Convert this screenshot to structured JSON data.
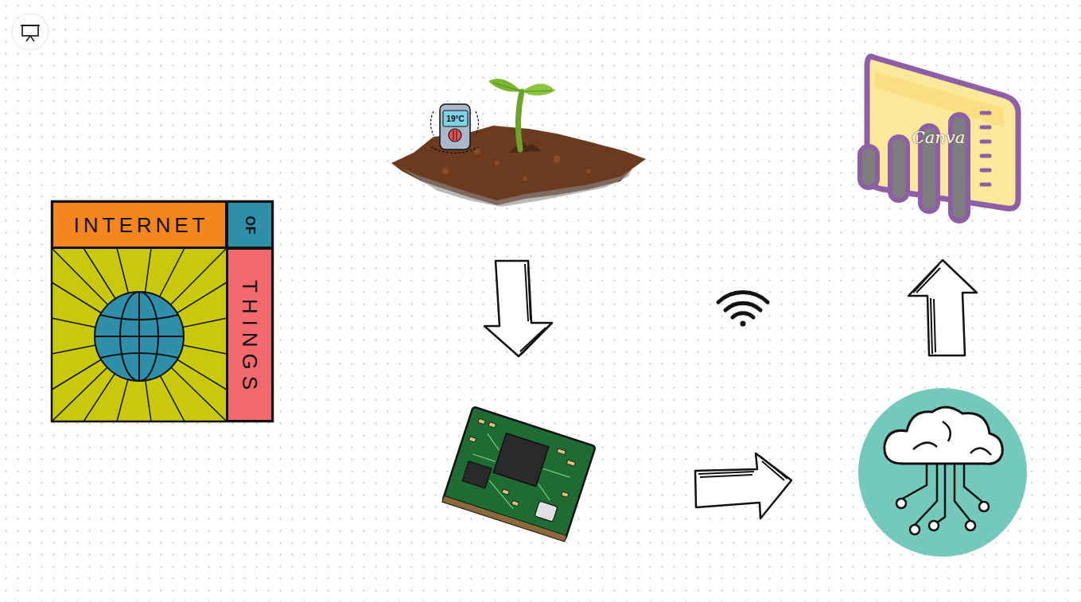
{
  "diagram": {
    "nodes": [
      {
        "text": [
          "INTERNET"
        ]
      },
      {
        "text": [
          "OF"
        ]
      },
      {
        "text": [
          "THINGS"
        ]
      }
    ],
    "labels": [
      "19°C",
      "Canva"
    ]
  }
}
